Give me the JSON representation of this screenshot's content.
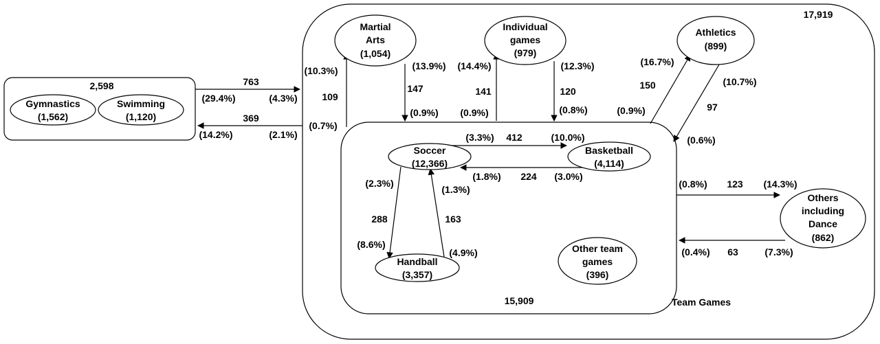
{
  "groups": {
    "left_total": "2,598",
    "outer_total": "17,919",
    "team_total": "15,909",
    "team_label": "Team Games"
  },
  "nodes": {
    "gymnastics": {
      "name": "Gymnastics",
      "count": "(1,562)"
    },
    "swimming": {
      "name": "Swimming",
      "count": "(1,120)"
    },
    "martial": {
      "name1": "Martial",
      "name2": "Arts",
      "count": "(1,054)"
    },
    "individual": {
      "name1": "Individual",
      "name2": "games",
      "count": "(979)"
    },
    "athletics": {
      "name": "Athletics",
      "count": "(899)"
    },
    "soccer": {
      "name": "Soccer",
      "count": "(12,366)"
    },
    "basketball": {
      "name": "Basketball",
      "count": "(4,114)"
    },
    "handball": {
      "name": "Handball",
      "count": "(3,357)"
    },
    "otherteam": {
      "name1": "Other team",
      "name2": "games",
      "count": "(396)"
    },
    "others": {
      "name1": "Others",
      "name2": "including",
      "name3": "Dance",
      "count": "(862)"
    }
  },
  "flows": {
    "left_to_outer": {
      "value": "763",
      "from_pct": "(29.4%)",
      "to_pct": "(4.3%)"
    },
    "outer_to_left": {
      "value": "369",
      "from_pct": "(2.1%)",
      "to_pct": "(14.2%)"
    },
    "team_to_martial": {
      "value": "109",
      "from_pct": "(0.7%)",
      "to_pct": "(10.3%)"
    },
    "martial_to_team": {
      "value": "147",
      "from_pct": "(13.9%)",
      "to_pct": "(0.9%)"
    },
    "team_to_individual": {
      "value": "141",
      "from_pct": "(0.9%)",
      "to_pct": "(14.4%)"
    },
    "individual_to_team": {
      "value": "120",
      "from_pct": "(12.3%)",
      "to_pct": "(0.8%)"
    },
    "team_to_athletics": {
      "value": "150",
      "from_pct": "(0.9%)",
      "to_pct": "(16.7%)"
    },
    "athletics_to_team": {
      "value": "97",
      "from_pct": "(10.7%)",
      "to_pct": "(0.6%)"
    },
    "soccer_to_basketball": {
      "value": "412",
      "from_pct": "(3.3%)",
      "to_pct": "(10.0%)"
    },
    "basketball_to_soccer": {
      "value": "224",
      "from_pct": "(3.0%)",
      "to_pct": "(1.8%)"
    },
    "soccer_to_handball": {
      "value": "288",
      "from_pct": "(2.3%)",
      "to_pct": "(8.6%)"
    },
    "handball_to_soccer": {
      "value": "163",
      "from_pct": "(4.9%)",
      "to_pct": "(1.3%)"
    },
    "team_to_others": {
      "value": "123",
      "from_pct": "(0.8%)",
      "to_pct": "(14.3%)"
    },
    "others_to_team": {
      "value": "63",
      "from_pct": "(7.3%)",
      "to_pct": "(0.4%)"
    }
  }
}
